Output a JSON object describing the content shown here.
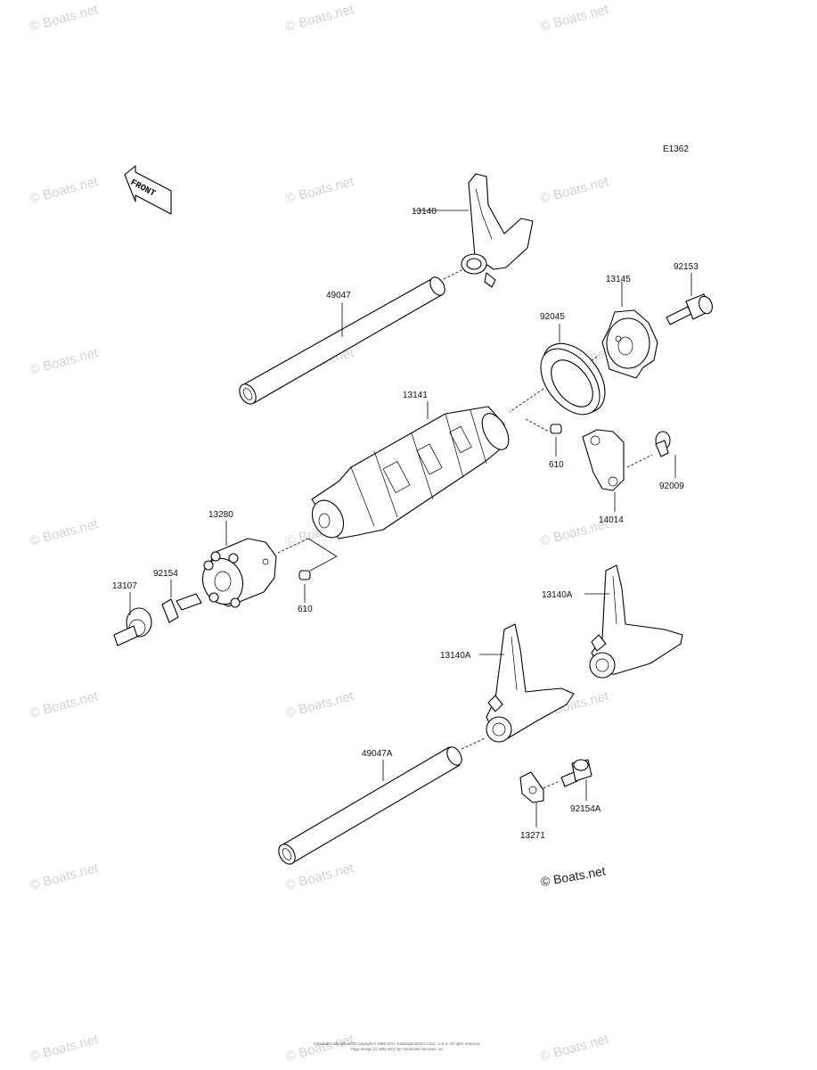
{
  "diagram": {
    "code": "E1362",
    "front_label": "FRONT",
    "brand_mark": "© Boats.net",
    "watermark": "© Boats.net",
    "copyright_line1": "Kawasaki materials within copyright © 1986-2017, Kawasaki Motors Corp., U.S.A. All rights reserved.",
    "copyright_line2": "Page design (c) 2001-2017 by Automotive Services, Inc."
  },
  "parts": [
    {
      "id": "13140",
      "label": "13140"
    },
    {
      "id": "49047",
      "label": "49047"
    },
    {
      "id": "13145",
      "label": "13145"
    },
    {
      "id": "92153",
      "label": "92153"
    },
    {
      "id": "92045",
      "label": "92045"
    },
    {
      "id": "13141",
      "label": "13141"
    },
    {
      "id": "610a",
      "label": "610"
    },
    {
      "id": "92009",
      "label": "92009"
    },
    {
      "id": "14014",
      "label": "14014"
    },
    {
      "id": "13280",
      "label": "13280"
    },
    {
      "id": "92154",
      "label": "92154"
    },
    {
      "id": "13107",
      "label": "13107"
    },
    {
      "id": "610b",
      "label": "610"
    },
    {
      "id": "13140A-1",
      "label": "13140A"
    },
    {
      "id": "13140A-2",
      "label": "13140A"
    },
    {
      "id": "49047A",
      "label": "49047A"
    },
    {
      "id": "92154A",
      "label": "92154A"
    },
    {
      "id": "13271",
      "label": "13271"
    }
  ]
}
